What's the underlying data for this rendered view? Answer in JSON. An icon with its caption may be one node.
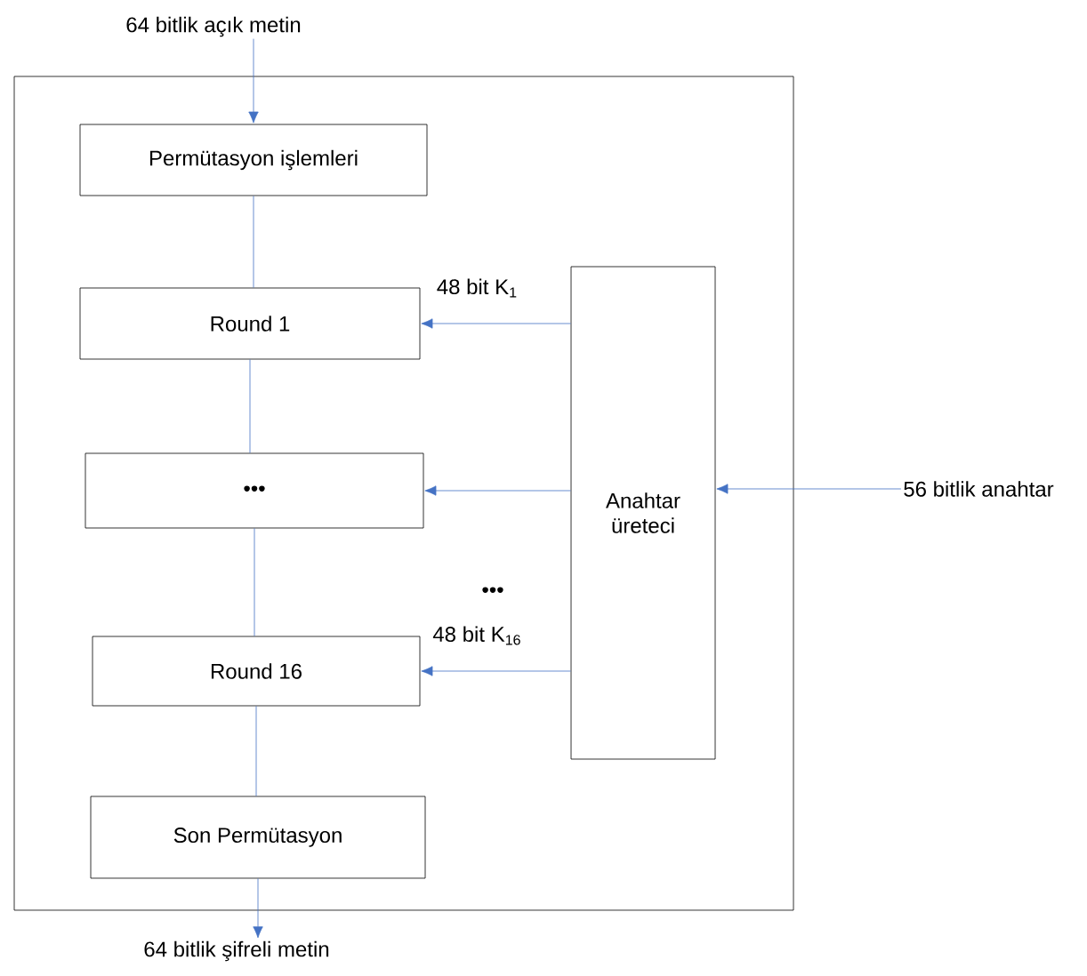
{
  "diagram": {
    "nodes": [
      {
        "text": [],
        "shape": "box"
      },
      {
        "text": [
          "Permütasyon işlemleri"
        ],
        "in": 0
      },
      {
        "text": [
          "Round 1"
        ],
        "in": 0
      },
      {
        "text": [
          "•••"
        ],
        "in": 0
      },
      {
        "text": [
          "Round 16"
        ],
        "in": 0
      },
      {
        "text": [
          "Son Permütasyon"
        ],
        "in": 0
      },
      {
        "text": [
          "Anahtar üreteci"
        ],
        "in": 0
      },
      {
        "text": [
          "64 bitlik açık metin"
        ]
      },
      {
        "text": [
          "64 bitlik şifreli metin"
        ]
      },
      {
        "text": [
          "56 bitlik anahtar"
        ]
      }
    ],
    "edges": [
      {
        "from": 7,
        "to": 1,
        "arrow": "to"
      },
      {
        "from": 1,
        "to": 2,
        "arrow": "none"
      },
      {
        "from": 2,
        "to": 3,
        "arrow": "none"
      },
      {
        "from": 3,
        "to": 4,
        "arrow": "none"
      },
      {
        "from": 4,
        "to": 5,
        "arrow": "none"
      },
      {
        "from": 5,
        "to": 8,
        "arrow": "to"
      },
      {
        "from": 6,
        "to": 2,
        "arrow": "to",
        "label": "48 bit K$_{1}$"
      },
      {
        "from": 6,
        "to": 3,
        "arrow": "to"
      },
      {
        "from": 6,
        "to": 4,
        "arrow": "to",
        "label": "48 bit K$_{16}$"
      },
      {
        "from": 9,
        "to": 6,
        "arrow": "to"
      }
    ],
    "labels": [
      "•••"
    ]
  }
}
